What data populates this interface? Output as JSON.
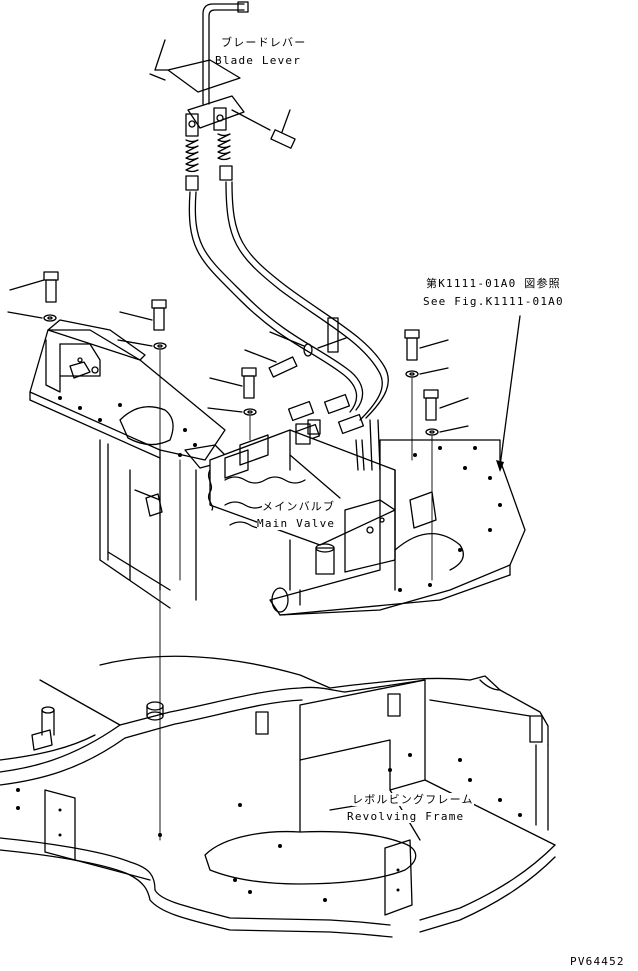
{
  "labels": {
    "blade_lever_jp": "ブレードレバー",
    "blade_lever_en": "Blade Lever",
    "see_fig_jp": "第K1111-01A0 図参照",
    "see_fig_en": "See Fig.K1111-01A0",
    "main_valve_jp": "メインバルブ",
    "main_valve_en": "Main Valve",
    "revolving_frame_jp": "レボルビングフレーム",
    "revolving_frame_en": "Revolving Frame",
    "drawing_code": "PV64452"
  }
}
